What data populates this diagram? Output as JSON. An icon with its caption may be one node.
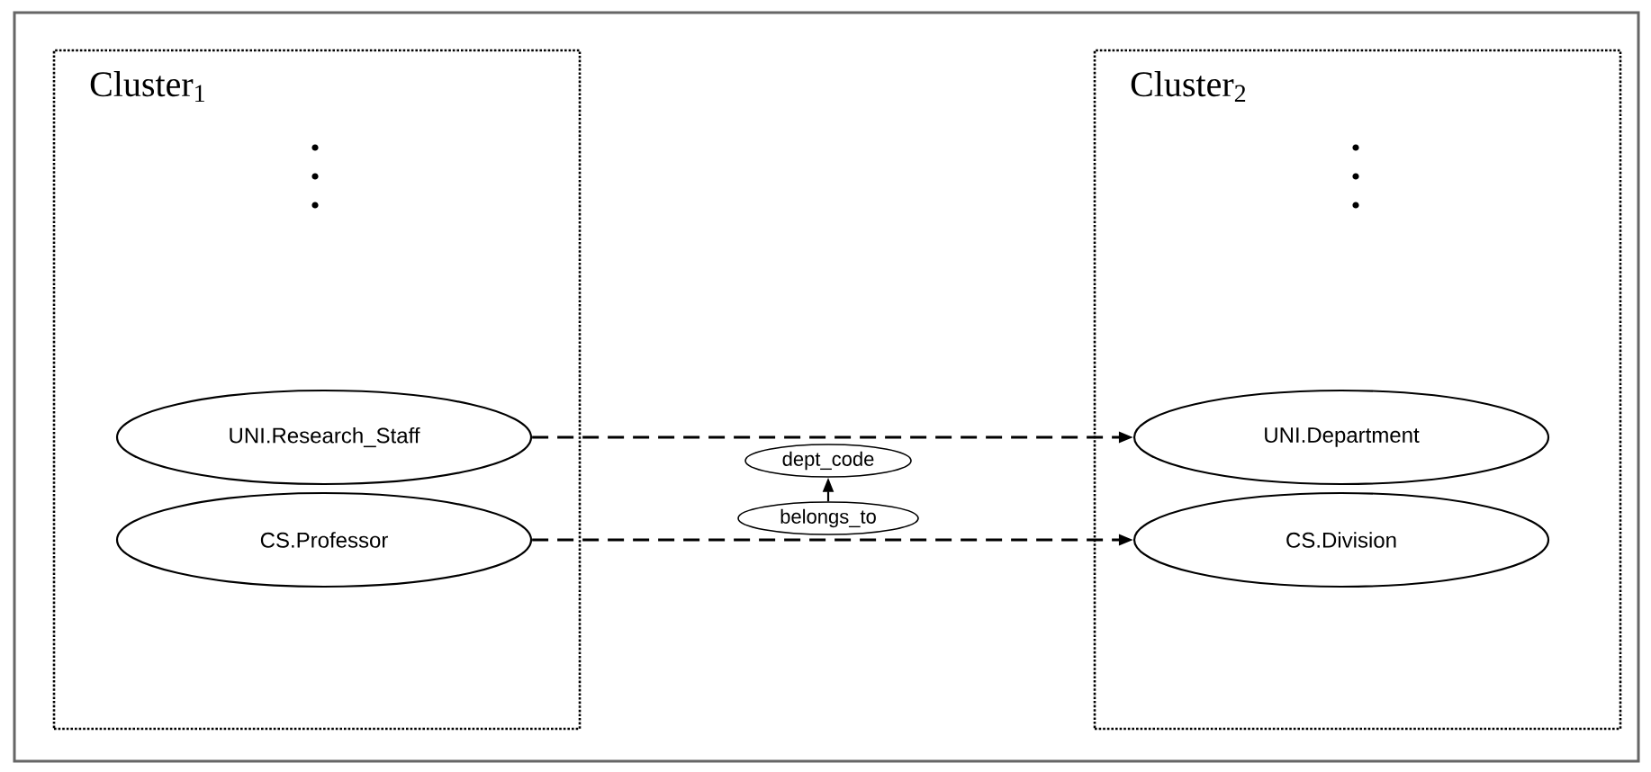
{
  "diagram": {
    "nodes": [
      {
        "text": [
          "Cluster$_{1}$"
        ]
      },
      {
        "text": [
          "UNI.Research_Staff"
        ],
        "in": 0
      },
      {
        "text": [
          "CS.Professor"
        ],
        "in": 0
      },
      {
        "text": [
          "Cluster$_{2}$"
        ]
      },
      {
        "text": [
          "UNI.Department"
        ],
        "in": 3
      },
      {
        "text": [
          "CS.Division"
        ],
        "in": 3
      },
      {
        "text": [
          "dept_code"
        ]
      },
      {
        "text": [
          "belongs_to"
        ]
      }
    ],
    "edges": [
      {
        "from": 1,
        "to": 4,
        "arrow": "to",
        "style": "dashed"
      },
      {
        "from": 2,
        "to": 5,
        "arrow": "to",
        "style": "dashed"
      },
      {
        "from": 7,
        "to": 6,
        "arrow": "to"
      }
    ]
  }
}
